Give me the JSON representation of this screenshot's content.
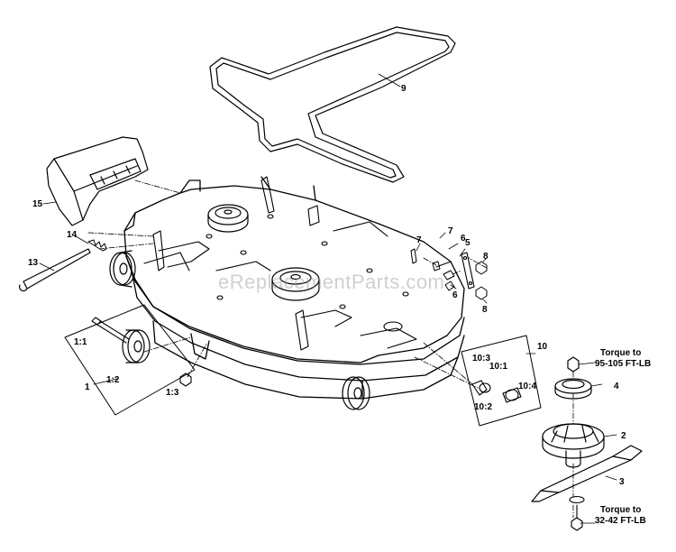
{
  "watermark": "eReplacementParts.com",
  "callouts": {
    "c1": "1",
    "c1_1": "1:1",
    "c1_2": "1:2",
    "c1_3": "1:3",
    "c2": "2",
    "c3": "3",
    "c4": "4",
    "c5": "5",
    "c6a": "6",
    "c6b": "6",
    "c7a": "7",
    "c7b": "7",
    "c8a": "8",
    "c8b": "8",
    "c9": "9",
    "c10": "10",
    "c10_1": "10:1",
    "c10_2": "10:2",
    "c10_3": "10:3",
    "c10_4": "10:4",
    "c13": "13",
    "c14": "14",
    "c15": "15"
  },
  "torque_top": {
    "line1": "Torque to",
    "line2": "95-105 FT-LB"
  },
  "torque_bottom": {
    "line1": "Torque to",
    "line2": "32-42 FT-LB"
  }
}
